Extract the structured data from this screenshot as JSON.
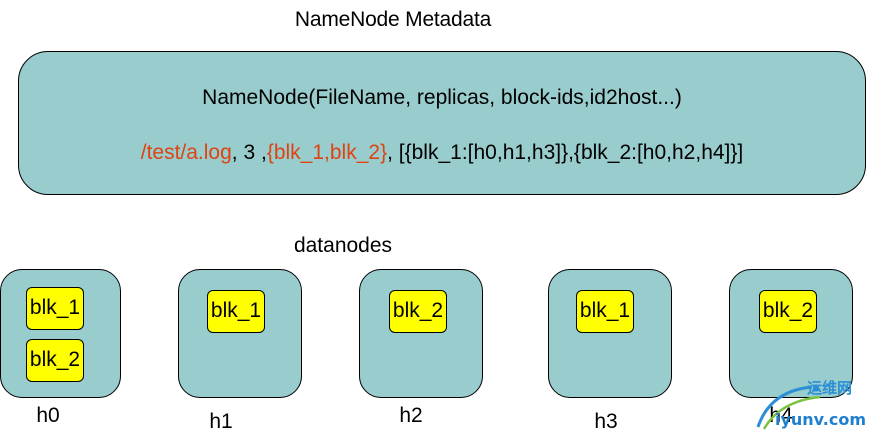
{
  "title": "NameNode Metadata",
  "namenode": {
    "header": "NameNode(FileName, replicas, block-ids,id2host...)",
    "line": {
      "path": "/test/a.log",
      "sep1": ", 3 ,",
      "blocks": "{blk_1,blk_2}",
      "sep2": ", [{blk_1:[h0,h1,h3]},{blk_2:[h0,h2,h4]}]"
    }
  },
  "datanodes_label": "datanodes",
  "datanodes": [
    {
      "host": "h0",
      "blocks": [
        "blk_1",
        "blk_2"
      ]
    },
    {
      "host": "h1",
      "blocks": [
        "blk_1"
      ]
    },
    {
      "host": "h2",
      "blocks": [
        "blk_2"
      ]
    },
    {
      "host": "h3",
      "blocks": [
        "blk_1"
      ]
    },
    {
      "host": "h4",
      "blocks": [
        "blk_2"
      ]
    }
  ],
  "colors": {
    "box_fill": "#99cccc",
    "block_fill": "#ffff00",
    "highlight": "#dd4411"
  },
  "watermark": {
    "top": "运维网",
    "bottom": "iyunv.com"
  }
}
